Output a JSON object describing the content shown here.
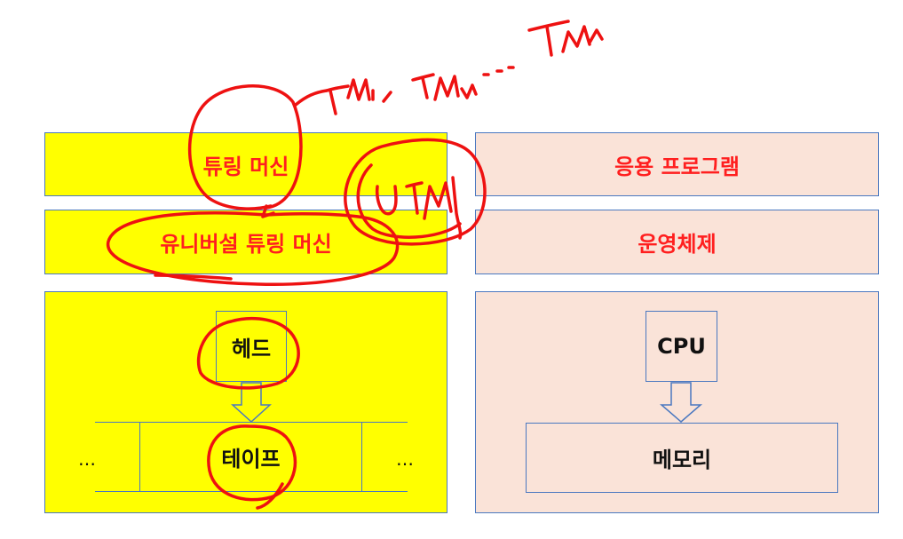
{
  "left": {
    "turing_machine": "튜링 머신",
    "universal_turing_machine": "유니버설 튜링 머신",
    "head": "헤드",
    "tape": "테이프",
    "dots_left": "…",
    "dots_right": "…"
  },
  "right": {
    "application": "응용 프로그램",
    "os": "운영체제",
    "cpu": "CPU",
    "memory": "메모리"
  },
  "colors": {
    "yellow": "#ffff00",
    "peach": "#fae3d8",
    "border_blue": "#4a78c0",
    "red": "#ff1f1f"
  },
  "annotations": {
    "top_handwriting": "TM₁ TMₙ ··· TMₙ",
    "utm_handwriting": "UTM"
  }
}
